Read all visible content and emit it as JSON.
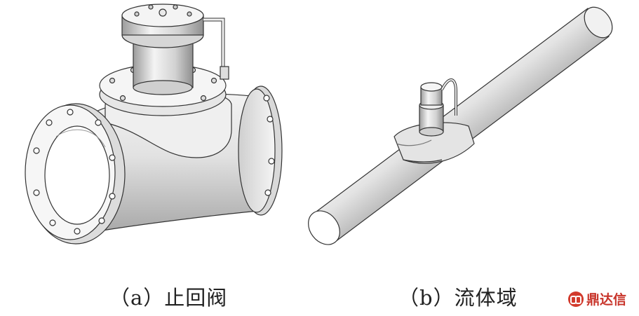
{
  "captions": {
    "a": "（a）止回阀",
    "b": "（b）流体域"
  },
  "watermark": {
    "text": "鼎达信",
    "color": "#c8342a"
  }
}
